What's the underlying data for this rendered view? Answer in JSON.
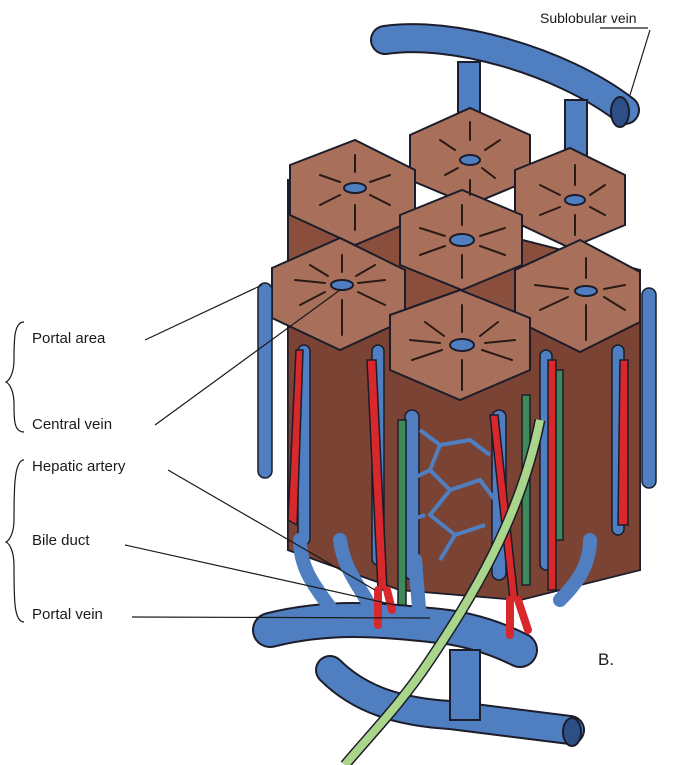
{
  "labels": {
    "sublobular_vein": "Sublobular vein",
    "portal_area": "Portal area",
    "central_vein": "Central vein",
    "hepatic_artery": "Hepatic artery",
    "bile_duct": "Bile duct",
    "portal_vein": "Portal vein",
    "panel": "B."
  },
  "colors": {
    "lobule_top": "#a8705a",
    "lobule_side": "#8a4f3c",
    "vein_blue": "#4f7fc0",
    "artery_red": "#d8282c",
    "bile_green": "#3f8a5a",
    "duct_lightgreen": "#a9d68a",
    "outline": "#1c1c2a"
  }
}
